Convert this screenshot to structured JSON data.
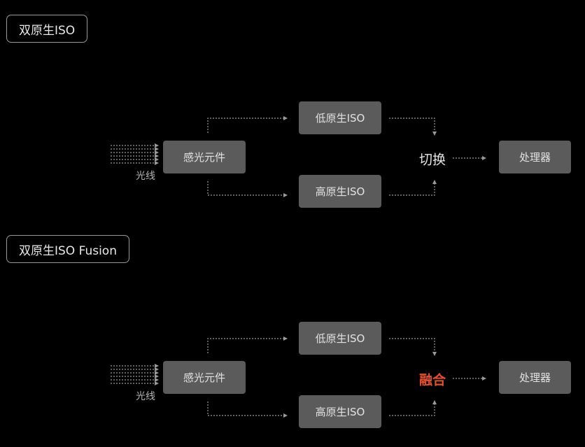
{
  "section1": {
    "label": "双原生ISO",
    "light_label": "光线",
    "sensor": "感光元件",
    "low_iso": "低原生ISO",
    "high_iso": "高原生ISO",
    "operation": "切换",
    "processor": "处理器",
    "operation_color": "#e6e6e6"
  },
  "section2": {
    "label": "双原生ISO Fusion",
    "light_label": "光线",
    "sensor": "感光元件",
    "low_iso": "低原生ISO",
    "high_iso": "高原生ISO",
    "operation": "融合",
    "processor": "处理器",
    "operation_color": "#e8502a"
  }
}
